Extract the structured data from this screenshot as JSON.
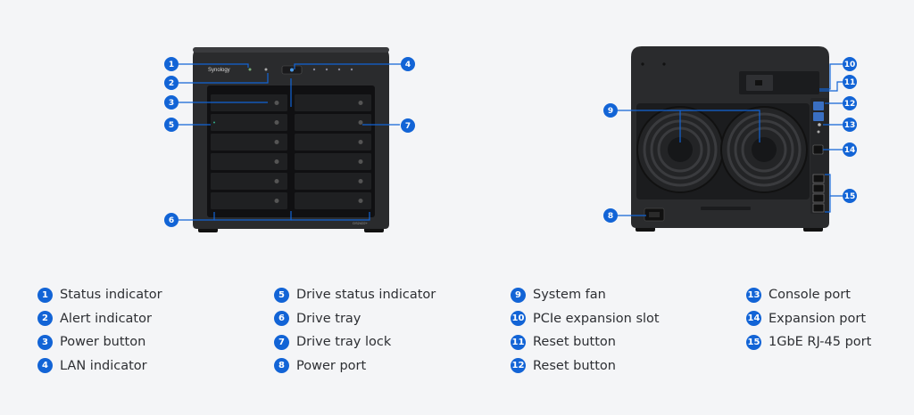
{
  "legend": {
    "columns": [
      [
        {
          "num": "1",
          "label": "Status indicator"
        },
        {
          "num": "2",
          "label": "Alert indicator"
        },
        {
          "num": "3",
          "label": "Power button"
        },
        {
          "num": "4",
          "label": "LAN indicator"
        }
      ],
      [
        {
          "num": "5",
          "label": "Drive status indicator"
        },
        {
          "num": "6",
          "label": "Drive tray"
        },
        {
          "num": "7",
          "label": "Drive tray lock"
        },
        {
          "num": "8",
          "label": "Power port"
        }
      ],
      [
        {
          "num": "9",
          "label": "System fan"
        },
        {
          "num": "10",
          "label": "PCIe expansion slot"
        },
        {
          "num": "11",
          "label": "Reset button"
        },
        {
          "num": "12",
          "label": "Reset button"
        }
      ],
      [
        {
          "num": "13",
          "label": "Console port"
        },
        {
          "num": "14",
          "label": "Expansion port"
        },
        {
          "num": "15",
          "label": "1GbE RJ-45 port"
        }
      ]
    ]
  },
  "device": {
    "brand_logo_text": "Synology",
    "model_label": "DS2422+"
  },
  "callouts": {
    "n1": "1",
    "n2": "2",
    "n3": "3",
    "n4": "4",
    "n5": "5",
    "n6": "6",
    "n7": "7",
    "n8": "8",
    "n9": "9",
    "n10": "10",
    "n11": "11",
    "n12": "12",
    "n13": "13",
    "n14": "14",
    "n15": "15"
  },
  "colors": {
    "accent": "#1264d6",
    "chassis": "#2a2b2d",
    "tray": "#1d1e20",
    "background": "#f4f5f7"
  }
}
